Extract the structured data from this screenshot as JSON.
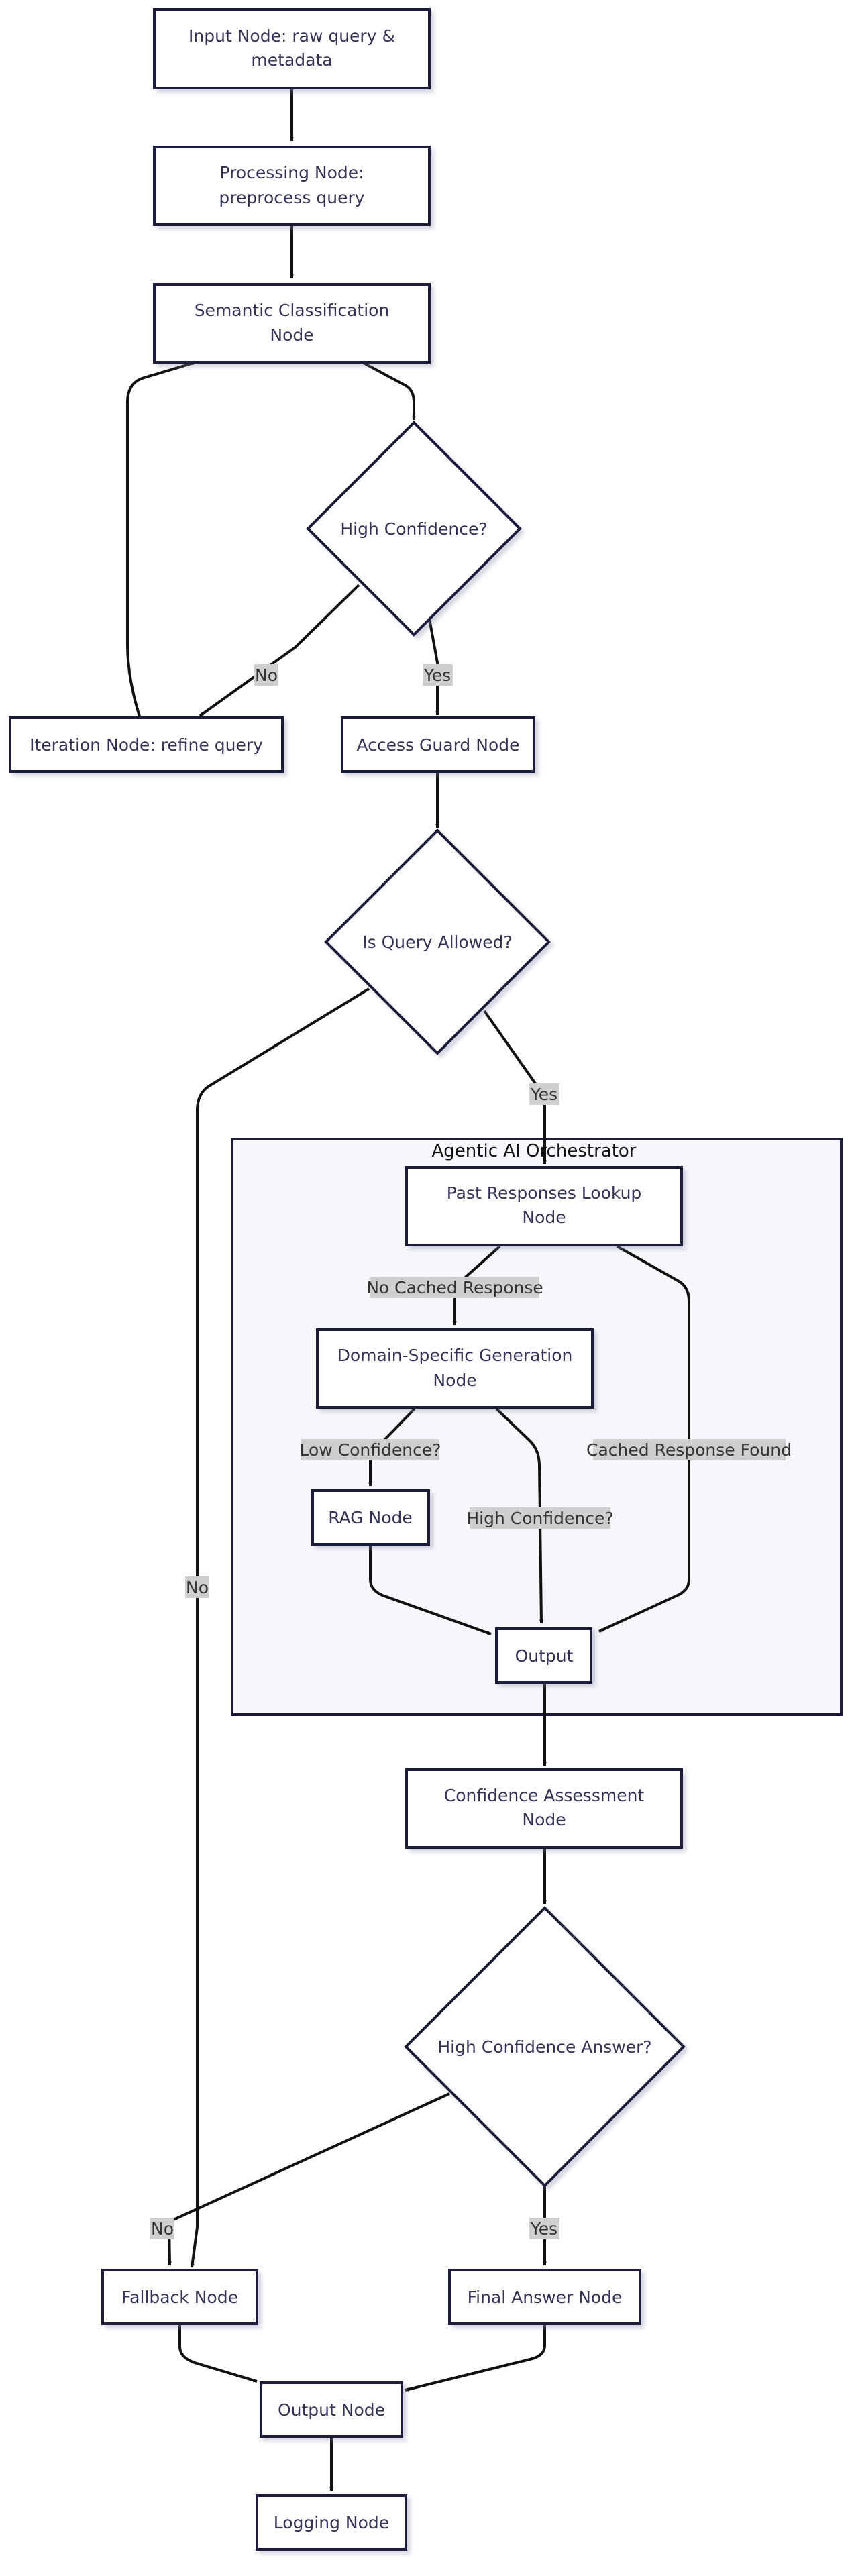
{
  "nodes": {
    "input": [
      "Input Node: raw query &",
      "metadata"
    ],
    "processing": [
      "Processing Node:",
      "preprocess query"
    ],
    "semantic": [
      "Semantic Classification",
      "Node"
    ],
    "high_confidence": [
      "High Confidence?"
    ],
    "iteration": [
      "Iteration Node: refine query"
    ],
    "access_guard": [
      "Access Guard Node"
    ],
    "query_allowed": [
      "Is Query Allowed?"
    ],
    "past_lookup": [
      "Past Responses Lookup",
      "Node"
    ],
    "domain_gen": [
      "Domain-Specific Generation",
      "Node"
    ],
    "rag": [
      "RAG Node"
    ],
    "cluster_output": [
      "Output"
    ],
    "confidence_assess": [
      "Confidence Assessment",
      "Node"
    ],
    "high_conf_answer": [
      "High Confidence Answer?"
    ],
    "fallback": [
      "Fallback Node"
    ],
    "final_answer": [
      "Final Answer Node"
    ],
    "output": [
      "Output Node"
    ],
    "logging": [
      "Logging Node"
    ]
  },
  "cluster": {
    "title": "Agentic AI Orchestrator"
  },
  "edge_labels": {
    "no_refine": "No",
    "yes_guard": "Yes",
    "yes_allowed": "Yes",
    "no_allowed": "No",
    "no_cached": "No Cached Response",
    "cached_found": "Cached Response Found",
    "low_conf": "Low Confidence?",
    "high_conf": "High Confidence?",
    "no_answer": "No",
    "yes_answer": "Yes"
  },
  "colors": {
    "node_border": "#1c1c3a",
    "node_fill": "#ffffff",
    "cluster_fill": "#f7f7fb",
    "edge_label_bg": "#cfcfcf",
    "edge": "#111111"
  }
}
